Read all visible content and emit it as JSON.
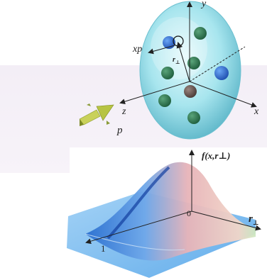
{
  "top_figure": {
    "axis_y": "y",
    "axis_x": "x",
    "axis_z": "z",
    "parton_momentum": "xp",
    "transverse_position": "r",
    "transverse_subscript": "⊥",
    "proton_momentum": "p"
  },
  "bottom_figure": {
    "function_label": "f(x,r⊥)",
    "axis_r": "r",
    "axis_r_subscript": "⊥",
    "origin_tick": "0",
    "x_tick": "1"
  },
  "colors": {
    "sphere": "#9fe3ec",
    "quark_green": "#2f7f55",
    "quark_blue": "#2f72d8",
    "quark_brown": "#6d5a55",
    "surface_blue": "#7fb9ec",
    "surface_peak": "#e9a4a8",
    "arrow": "#c8d14a"
  }
}
